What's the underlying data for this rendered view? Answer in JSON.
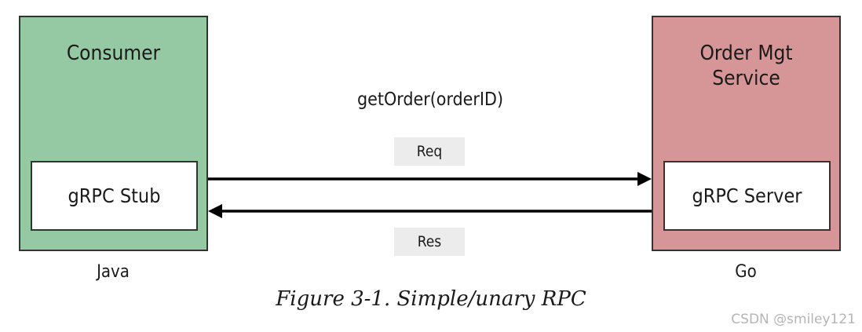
{
  "consumer": {
    "title": "Consumer",
    "inner_label": "gRPC Stub",
    "language": "Java",
    "color": "#95c9a3"
  },
  "service": {
    "title": "Order Mgt\nService",
    "inner_label": "gRPC Server",
    "language": "Go",
    "color": "#d69597"
  },
  "connection": {
    "method": "getOrder(orderID)",
    "request_label": "Req",
    "response_label": "Res"
  },
  "caption": "Figure 3-1. Simple/unary RPC",
  "watermark": "CSDN @smiley121"
}
